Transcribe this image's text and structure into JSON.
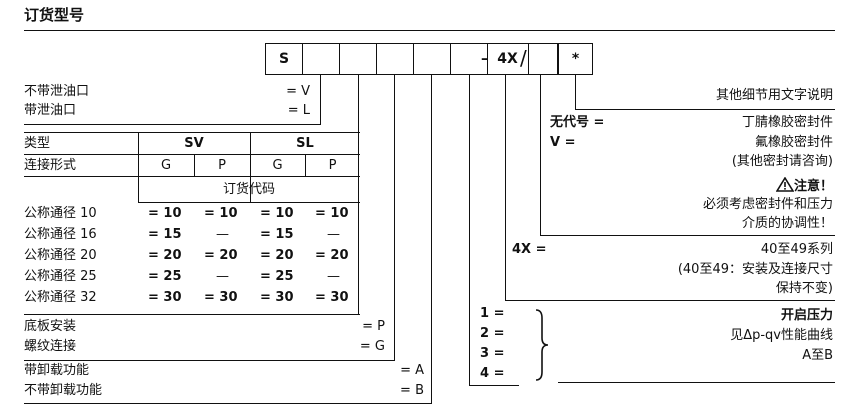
{
  "title": "订货型号",
  "code": {
    "c0": "S",
    "c6": "4X",
    "c8": "*"
  },
  "leak": {
    "l1": "不带泄油口",
    "v1": "= V",
    "l2": "带泄油口",
    "v2": "= L"
  },
  "table": {
    "type_label": "类型",
    "conn_label": "连接形式",
    "order_code_label": "订货代码",
    "sv": "SV",
    "sl": "SL",
    "g": "G",
    "p": "P",
    "rows": [
      {
        "label": "公称通径 10",
        "c": [
          "= 10",
          "= 10",
          "= 10",
          "= 10"
        ]
      },
      {
        "label": "公称通径 16",
        "c": [
          "= 15",
          "—",
          "= 15",
          "—"
        ]
      },
      {
        "label": "公称通径 20",
        "c": [
          "= 20",
          "= 20",
          "= 20",
          "= 20"
        ]
      },
      {
        "label": "公称通径 25",
        "c": [
          "= 25",
          "—",
          "= 25",
          "—"
        ]
      },
      {
        "label": "公称通径 32",
        "c": [
          "= 30",
          "= 30",
          "= 30",
          "= 30"
        ]
      }
    ]
  },
  "mount": {
    "l1": "底板安装",
    "v1": "= P",
    "l2": "螺纹连接",
    "v2": "= G"
  },
  "unload": {
    "l1": "带卸载功能",
    "v1": "= A",
    "l2": "不带卸载功能",
    "v2": "= B"
  },
  "right": {
    "other": "其他细节用文字说明",
    "no_code": "无代号 =",
    "nbr": "丁腈橡胶密封件",
    "v_code": "V =",
    "fkm": "氟橡胶密封件",
    "other_seal": "(其他密封请咨询)",
    "warn": "注意！",
    "warn1": "必须考虑密封件和压力",
    "warn2": "介质的协调性！",
    "series_code": "4X =",
    "series": "40至49系列",
    "series_note1": "(40至49：安装及连接尺寸",
    "series_note2": "保持不变)",
    "p1": "1 =",
    "p2": "2 =",
    "p3": "3 =",
    "p4": "4 =",
    "open_pressure": "开启压力",
    "curve": "见Δp-qv性能曲线",
    "curve_ref": "A至B"
  }
}
